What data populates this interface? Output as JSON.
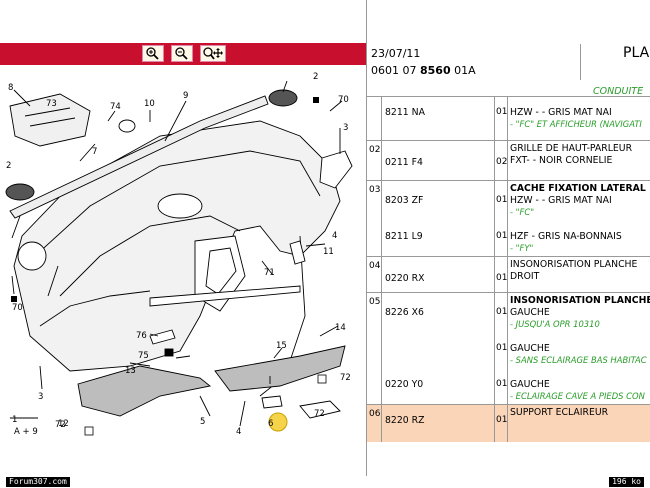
{
  "toolbar": {
    "buttons": [
      {
        "icon": "zoom-in-icon"
      },
      {
        "icon": "zoom-out-icon"
      },
      {
        "icon": "zoom-fit-icon"
      }
    ]
  },
  "diagram": {
    "callouts": [
      "1",
      "2",
      "2",
      "3",
      "3",
      "4",
      "4",
      "5",
      "6",
      "7",
      "8",
      "9",
      "10",
      "11",
      "12",
      "13",
      "14",
      "15",
      "70",
      "70",
      "71",
      "72",
      "72",
      "72",
      "73",
      "74",
      "75",
      "76"
    ],
    "page_marker": "A + 9"
  },
  "header": {
    "date": "23/07/11",
    "code_prefix": "0601 07 ",
    "code_bold": "8560",
    "code_suffix": " 01A",
    "title_fragment": "PLA",
    "conduite": "CONDUITE"
  },
  "rows": [
    {
      "ref": "",
      "code": "8211 NA",
      "qty": "01",
      "desc": "HZW - - GRIS MAT NAI",
      "notes": [
        "- \"FC\" ET AFFICHEUR (NAVIGATI"
      ]
    },
    {
      "ref": "02",
      "code": "0211 F4",
      "qty": "02",
      "desc": "GRILLE DE HAUT-PARLEUR",
      "desc2": "FXT- - NOIR CORNELIE",
      "notes": []
    },
    {
      "ref": "03",
      "title": "CACHE FIXATION LATERAL",
      "sub": [
        {
          "code": "8203 ZF",
          "qty": "01",
          "desc": "HZW - - GRIS MAT NAI",
          "notes": [
            "- \"FC\""
          ]
        },
        {
          "code": "8211 L9",
          "qty": "01",
          "desc": "HZF - GRIS NA-BONNAIS",
          "notes": [
            "- \"FY\""
          ]
        }
      ]
    },
    {
      "ref": "04",
      "code": "0220 RX",
      "qty": "01",
      "desc": "INSONORISATION PLANCHE",
      "desc2": "DROIT",
      "notes": []
    },
    {
      "ref": "05",
      "title": "INSONORISATION PLANCHE",
      "sub": [
        {
          "code": "8226 X6",
          "qty": "01",
          "desc": "GAUCHE",
          "notes": [
            "- JUSQU'A OPR 10310"
          ]
        },
        {
          "code": "",
          "qty": "01",
          "desc": "GAUCHE",
          "notes": [
            "- SANS ECLAIRAGE BAS HABITAC"
          ]
        },
        {
          "code": "0220 Y0",
          "qty": "01",
          "desc": "GAUCHE",
          "notes": [
            "- ECLAIRAGE CAVE A PIEDS CON"
          ]
        }
      ]
    },
    {
      "ref": "06",
      "code": "8220 RZ",
      "qty": "01",
      "desc": "SUPPORT ECLAIREUR",
      "notes": [],
      "highlight": "#fbd5b8"
    }
  ],
  "footer": {
    "left": "Forum307.com",
    "right": "196 ko"
  }
}
